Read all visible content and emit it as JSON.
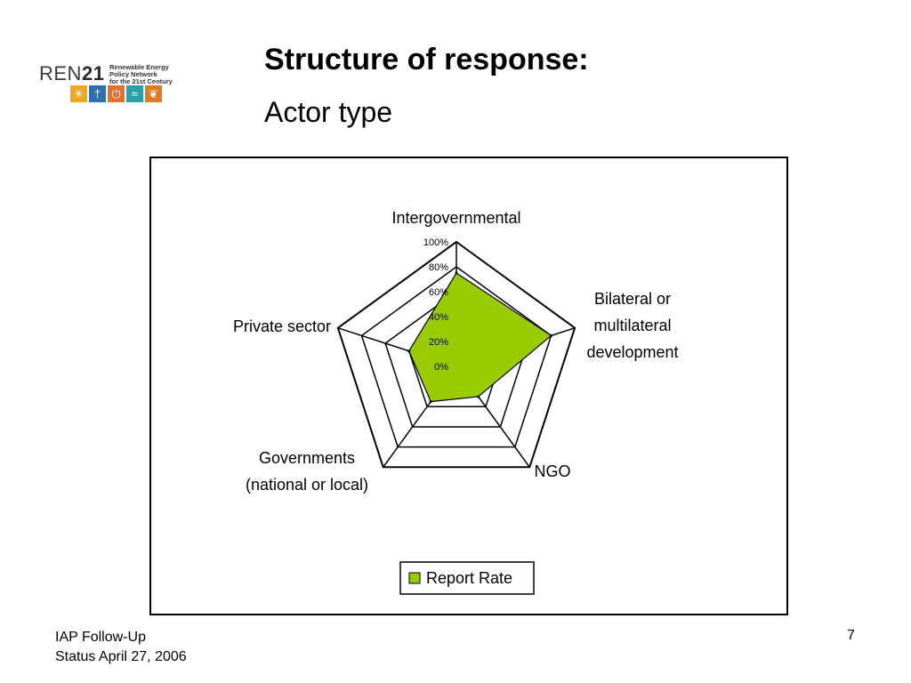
{
  "logo": {
    "word": "REN",
    "number": "21",
    "tagline": [
      "Renewable Energy",
      "Policy Network",
      "for the 21st Century"
    ],
    "tiles": [
      {
        "icon": "sun-icon",
        "glyph": "☀",
        "color": "#f0a81c"
      },
      {
        "icon": "wind-turbine-icon",
        "glyph": "†",
        "color": "#2e6fb0"
      },
      {
        "icon": "power-icon",
        "glyph": "⏻",
        "color": "#e8702a"
      },
      {
        "icon": "water-waves-icon",
        "glyph": "≈",
        "color": "#2aa0a8"
      },
      {
        "icon": "leaf-icon",
        "glyph": "❦",
        "color": "#e07b22"
      }
    ]
  },
  "slide": {
    "title": "Structure of response:",
    "subtitle": "Actor type"
  },
  "chart_data": {
    "type": "radar",
    "categories": [
      [
        "Intergovernmental"
      ],
      [
        "Bilateral or",
        "multilateral",
        "development"
      ],
      [
        "NGO"
      ],
      [
        "Governments",
        "(national or local)"
      ],
      [
        "Private sector"
      ]
    ],
    "series": [
      {
        "name": "Report Rate",
        "values": [
          75,
          80,
          30,
          35,
          40
        ],
        "color": "#99cc00"
      }
    ],
    "rlim": [
      0,
      100
    ],
    "ticks": [
      "0%",
      "20%",
      "40%",
      "60%",
      "80%",
      "100%"
    ],
    "legend": "bottom"
  },
  "footer": {
    "line1": "IAP Follow-Up",
    "line2": "Status April 27, 2006",
    "page": "7"
  }
}
